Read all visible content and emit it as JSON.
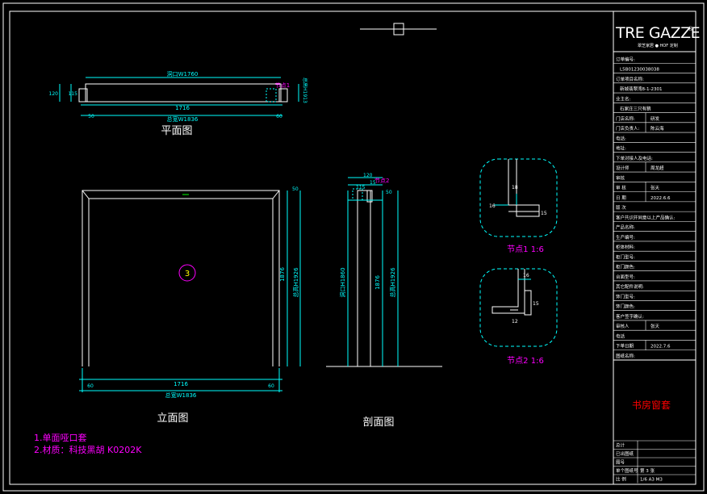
{
  "colors": {
    "background": "#000000",
    "line": "#ffffff",
    "dim": "#00ffff",
    "magenta": "#ff00ff",
    "red": "#ff0000",
    "yellow": "#ffff00",
    "green": "#00ff00"
  },
  "views": {
    "plan": {
      "label": "平面图",
      "top_dim": "洞口W1760",
      "overall": "1716",
      "left_off": "50",
      "right_off": "60",
      "total": "总宽W1836",
      "node_tag": "节点1",
      "small_left": "120",
      "small_left2": "115",
      "height_note": "总高H1913"
    },
    "elevation": {
      "label": "立面图",
      "marker": "3",
      "overall": "1716",
      "left_off": "60",
      "right_off": "60",
      "total": "总宽W1836",
      "right_dim1": "1876",
      "right_dim2": "总高H1926",
      "top_off": "50"
    },
    "section": {
      "label": "剖面图",
      "top1": "120",
      "top2": "15",
      "top3": "115",
      "node_tag": "节点2",
      "top_off": "50",
      "dim_left": "洞口H1860",
      "dim_mid": "1876",
      "dim_right": "总高H1926"
    }
  },
  "details": [
    {
      "label": "节点1  1:6",
      "dim_a": "18",
      "dim_b": "16",
      "dim_c": "15"
    },
    {
      "label": "节点2  1:6",
      "dim_a": "16",
      "dim_b": "15",
      "dim_c": "12"
    }
  ],
  "notes": [
    "1.单面哑口套",
    "2.材质：科技黑胡 K0202K"
  ],
  "title_block": {
    "logo": "TRE GAZZE",
    "logo_mark": "®",
    "logo_sub": "翠芝家居 ● HOF 定制",
    "rows": [
      {
        "k": "订单编号:",
        "v": ""
      },
      {
        "k": "",
        "v": "L5B01230038038"
      },
      {
        "k": "订单项目名称:",
        "v": ""
      },
      {
        "k": "",
        "v": "新城翡翠湾8-1-2301"
      },
      {
        "k": "业主名:",
        "v": ""
      },
      {
        "k": "",
        "v": "石家庄三只有鹅"
      },
      {
        "k": "门店名称:",
        "v": "研发"
      },
      {
        "k": "门店负责人:",
        "v": "陈云海"
      },
      {
        "k": "电话:",
        "v": ""
      },
      {
        "k": "地址:",
        "v": ""
      },
      {
        "k": "下单对接人及电话:",
        "v": ""
      },
      {
        "k": "设计师",
        "v": "周龙超"
      },
      {
        "k": "审核",
        "v": ""
      },
      {
        "k": "审 核",
        "v": "张天"
      },
      {
        "k": "日 期",
        "v": "2022.6.6"
      },
      {
        "k": "版 次",
        "v": ""
      },
      {
        "k": "客户共识并同意以上产品确认:",
        "v": ""
      },
      {
        "k": "产品名称:",
        "v": ""
      },
      {
        "k": "生产编号:",
        "v": ""
      },
      {
        "k": "柜体材料:",
        "v": ""
      },
      {
        "k": "柜门型号:",
        "v": ""
      },
      {
        "k": "柜门颜色:",
        "v": ""
      },
      {
        "k": "台面型号:",
        "v": ""
      },
      {
        "k": "其它配件说明:",
        "v": ""
      },
      {
        "k": "饰门型号:",
        "v": ""
      },
      {
        "k": "饰门颜色:",
        "v": ""
      },
      {
        "k": "客户签字确认:",
        "v": ""
      },
      {
        "k": "审核人",
        "v": "张天"
      },
      {
        "k": "电话",
        "v": ""
      },
      {
        "k": "下单日期",
        "v": "2022.7.6"
      },
      {
        "k": "图纸名称:",
        "v": ""
      }
    ],
    "drawing_name": "书房窗套",
    "bottom": [
      {
        "k": "总计",
        "v": ""
      },
      {
        "k": "已出图纸",
        "v": ""
      },
      {
        "k": "图号",
        "v": ""
      },
      {
        "k": "单个图纸号",
        "v": "第 3 张"
      },
      {
        "k": "比 例",
        "v": "1/6 A3 M3"
      }
    ]
  }
}
